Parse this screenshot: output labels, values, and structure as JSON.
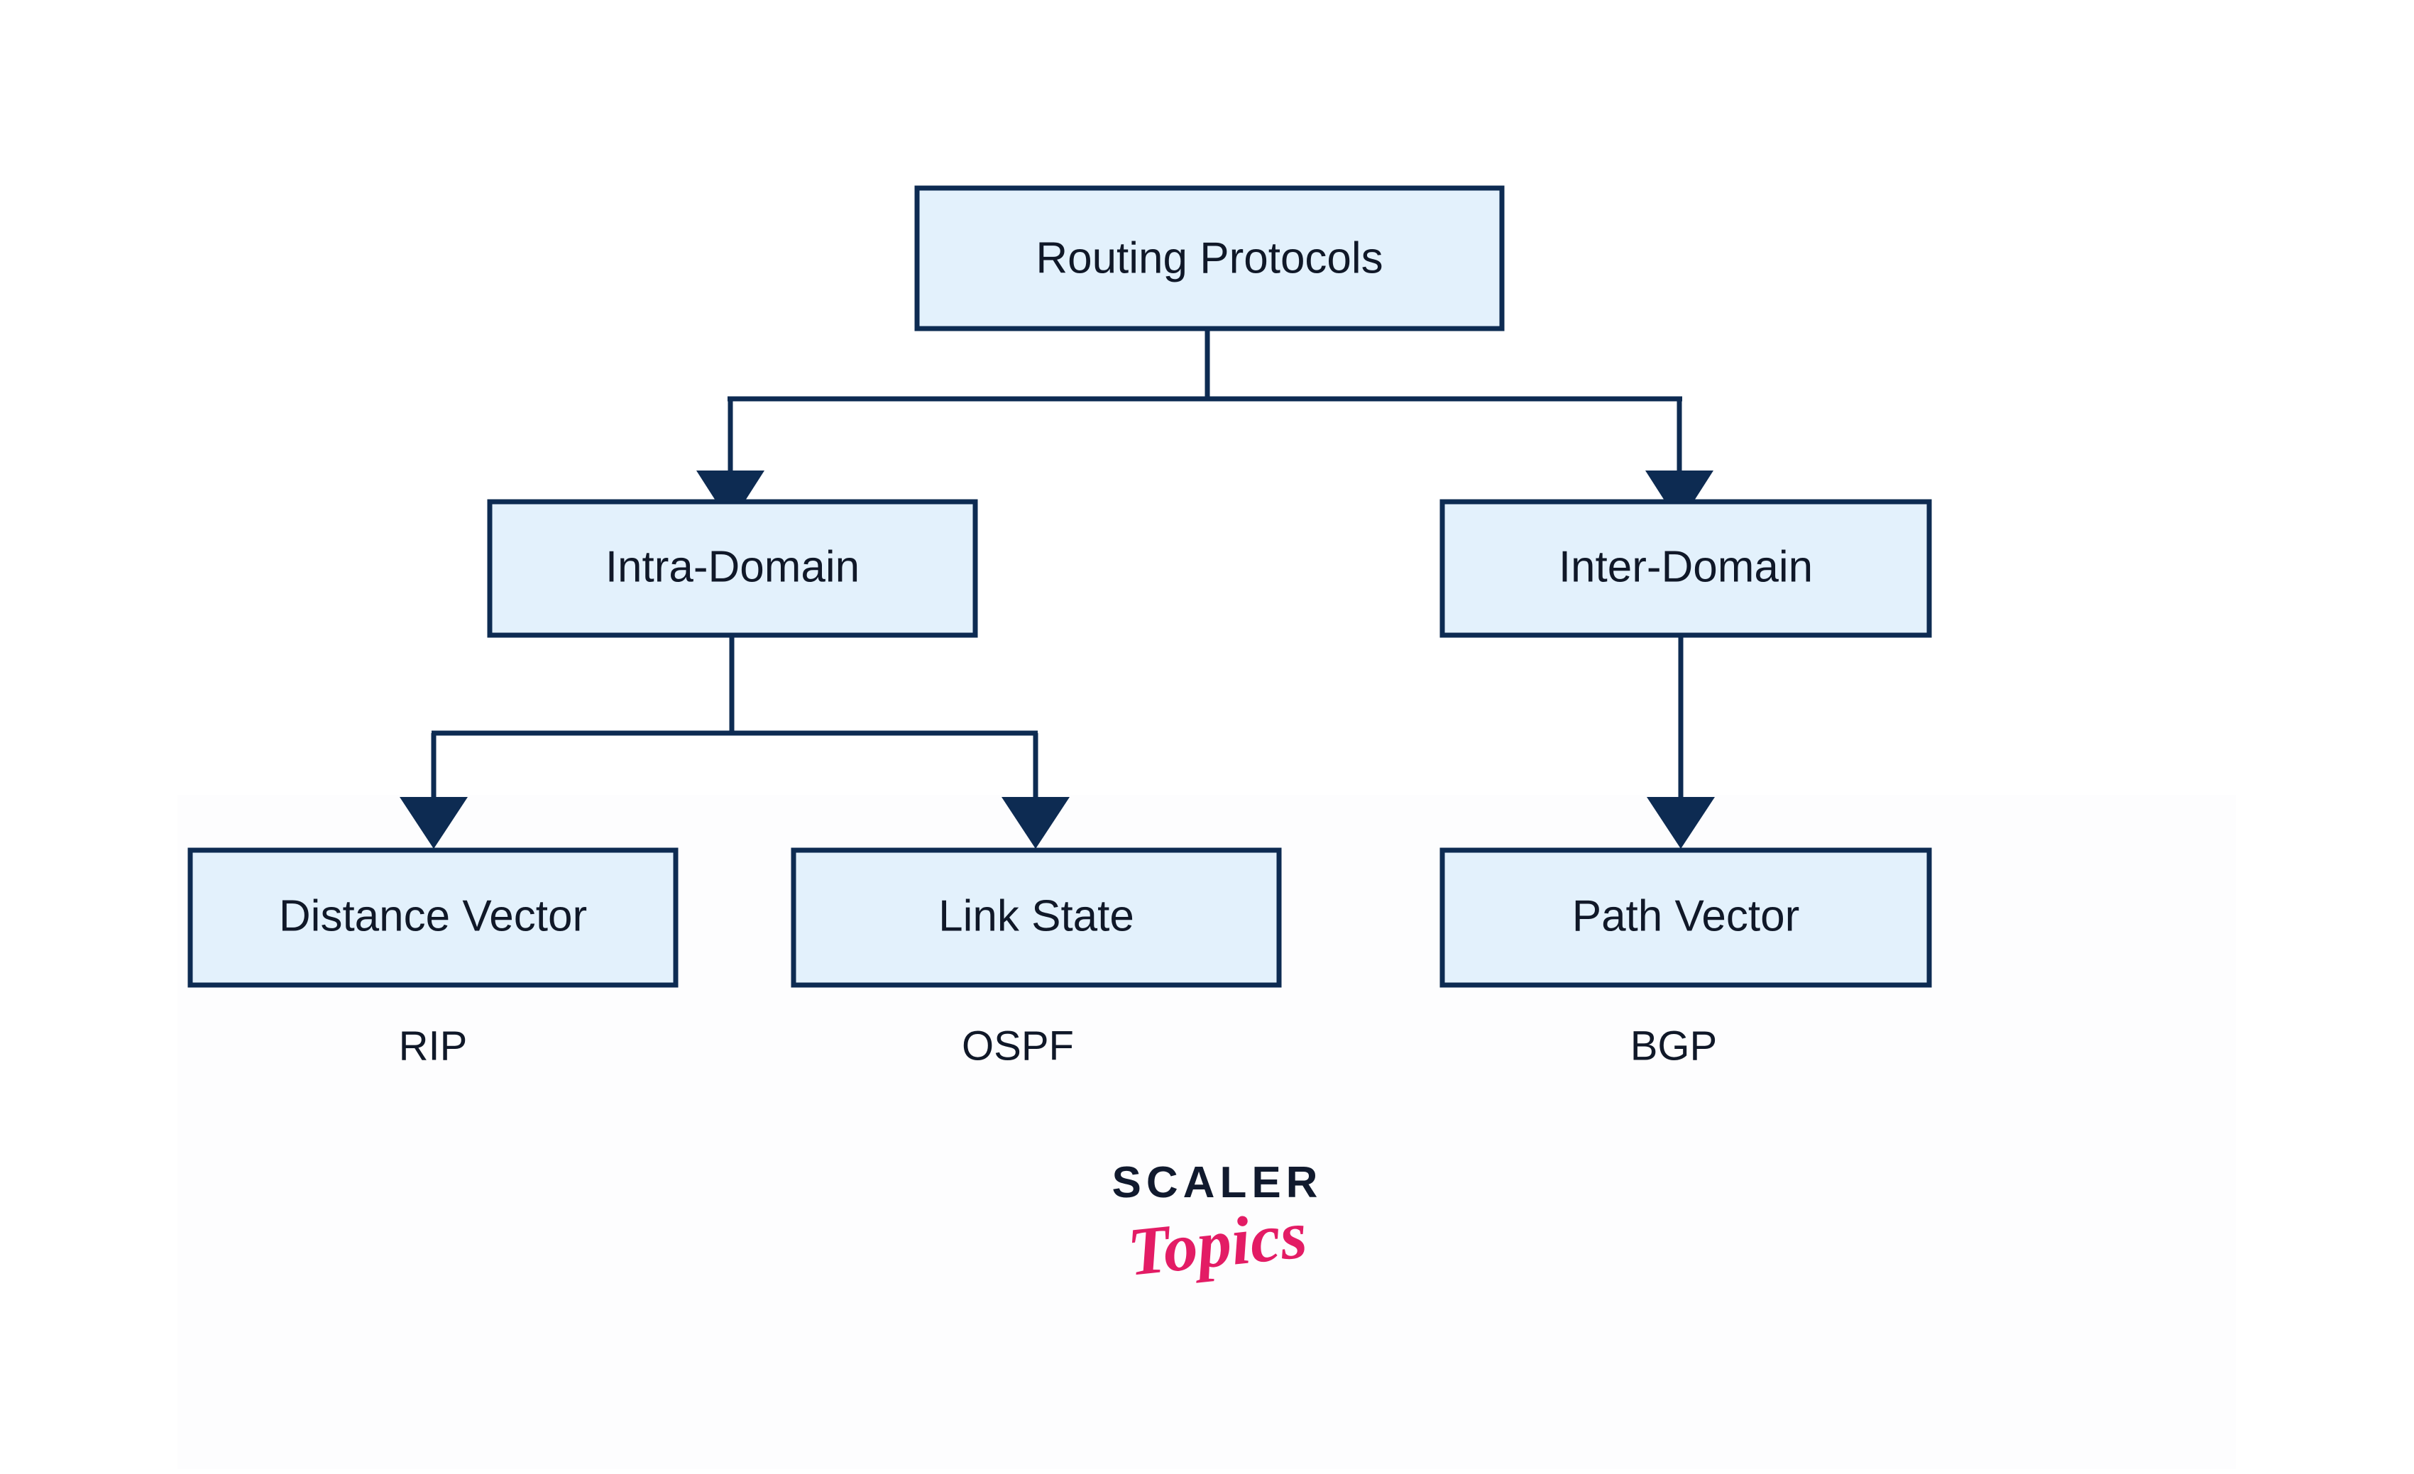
{
  "diagram": {
    "title": "Routing Protocols",
    "type": "hierarchy-tree",
    "colors": {
      "box_fill": "#e3f1fc",
      "box_border": "#0d2b52",
      "connector": "#0d2b52",
      "text": "#101828",
      "background": "#ffffff",
      "logo_dark": "#111a2e",
      "logo_pink": "#e31c65"
    },
    "levels": [
      {
        "level": 1,
        "nodes": [
          {
            "id": "routing-protocols",
            "label": "Routing Protocols"
          }
        ]
      },
      {
        "level": 2,
        "nodes": [
          {
            "id": "intra-domain",
            "label": "Intra-Domain"
          },
          {
            "id": "inter-domain",
            "label": "Inter-Domain"
          }
        ]
      },
      {
        "level": 3,
        "nodes": [
          {
            "id": "distance-vector",
            "label": "Distance Vector",
            "caption": "RIP"
          },
          {
            "id": "link-state",
            "label": "Link State",
            "caption": "OSPF"
          },
          {
            "id": "path-vector",
            "label": "Path Vector",
            "caption": "BGP"
          }
        ]
      }
    ],
    "edges": [
      {
        "from": "routing-protocols",
        "to": "intra-domain"
      },
      {
        "from": "routing-protocols",
        "to": "inter-domain"
      },
      {
        "from": "intra-domain",
        "to": "distance-vector"
      },
      {
        "from": "intra-domain",
        "to": "link-state"
      },
      {
        "from": "inter-domain",
        "to": "path-vector"
      }
    ]
  },
  "nodes": {
    "root": {
      "label": "Routing Protocols"
    },
    "intra": {
      "label": "Intra-Domain"
    },
    "inter": {
      "label": "Inter-Domain"
    },
    "distance_vector": {
      "label": "Distance Vector"
    },
    "link_state": {
      "label": "Link State"
    },
    "path_vector": {
      "label": "Path Vector"
    }
  },
  "captions": {
    "rip": "RIP",
    "ospf": "OSPF",
    "bgp": "BGP"
  },
  "logo": {
    "primary": "SCALER",
    "secondary": "Topics"
  }
}
